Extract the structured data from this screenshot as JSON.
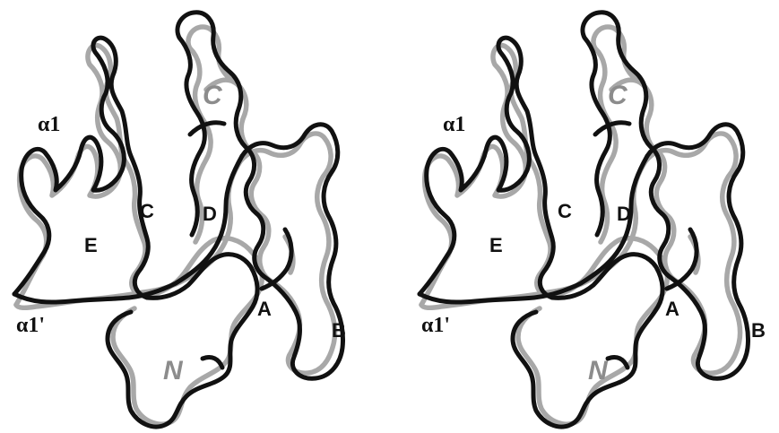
{
  "colors": {
    "black_trace": "#111111",
    "gray_trace": "#a8a8a8",
    "label": "#111111",
    "terminus_label": "#8c8c8c"
  },
  "labels": {
    "alpha1": "α1",
    "alpha1_prime": "α1'",
    "strand_a": "A",
    "strand_b": "B",
    "strand_c": "C",
    "strand_d": "D",
    "strand_e": "E",
    "c_terminus": "C",
    "n_terminus": "N"
  }
}
